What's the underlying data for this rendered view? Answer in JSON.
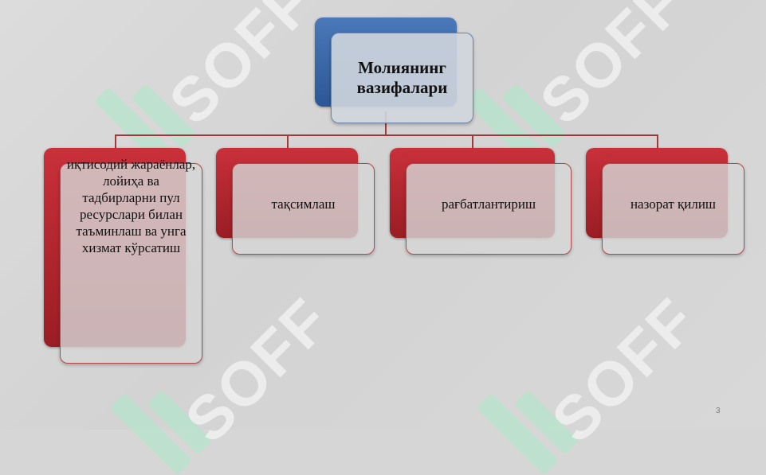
{
  "diagram": {
    "root": {
      "label": "Молиянинг вазифалари"
    },
    "children": [
      {
        "label": "иқтисодий жараёнлар, лойиҳа ва тадбирларни пул ресурслари билан таъминлаш ва унга хизмат кўрсатиш"
      },
      {
        "label": "тақсимлаш"
      },
      {
        "label": "рағбатлантириш"
      },
      {
        "label": "назорат қилиш"
      }
    ]
  },
  "watermark": {
    "text": "SOFF"
  },
  "slide": {
    "page_number": "3"
  },
  "colors": {
    "root_accent": "#2c5796",
    "child_accent": "#b0262f",
    "connector": "#a33a3a",
    "background": "#d6d6d6"
  }
}
